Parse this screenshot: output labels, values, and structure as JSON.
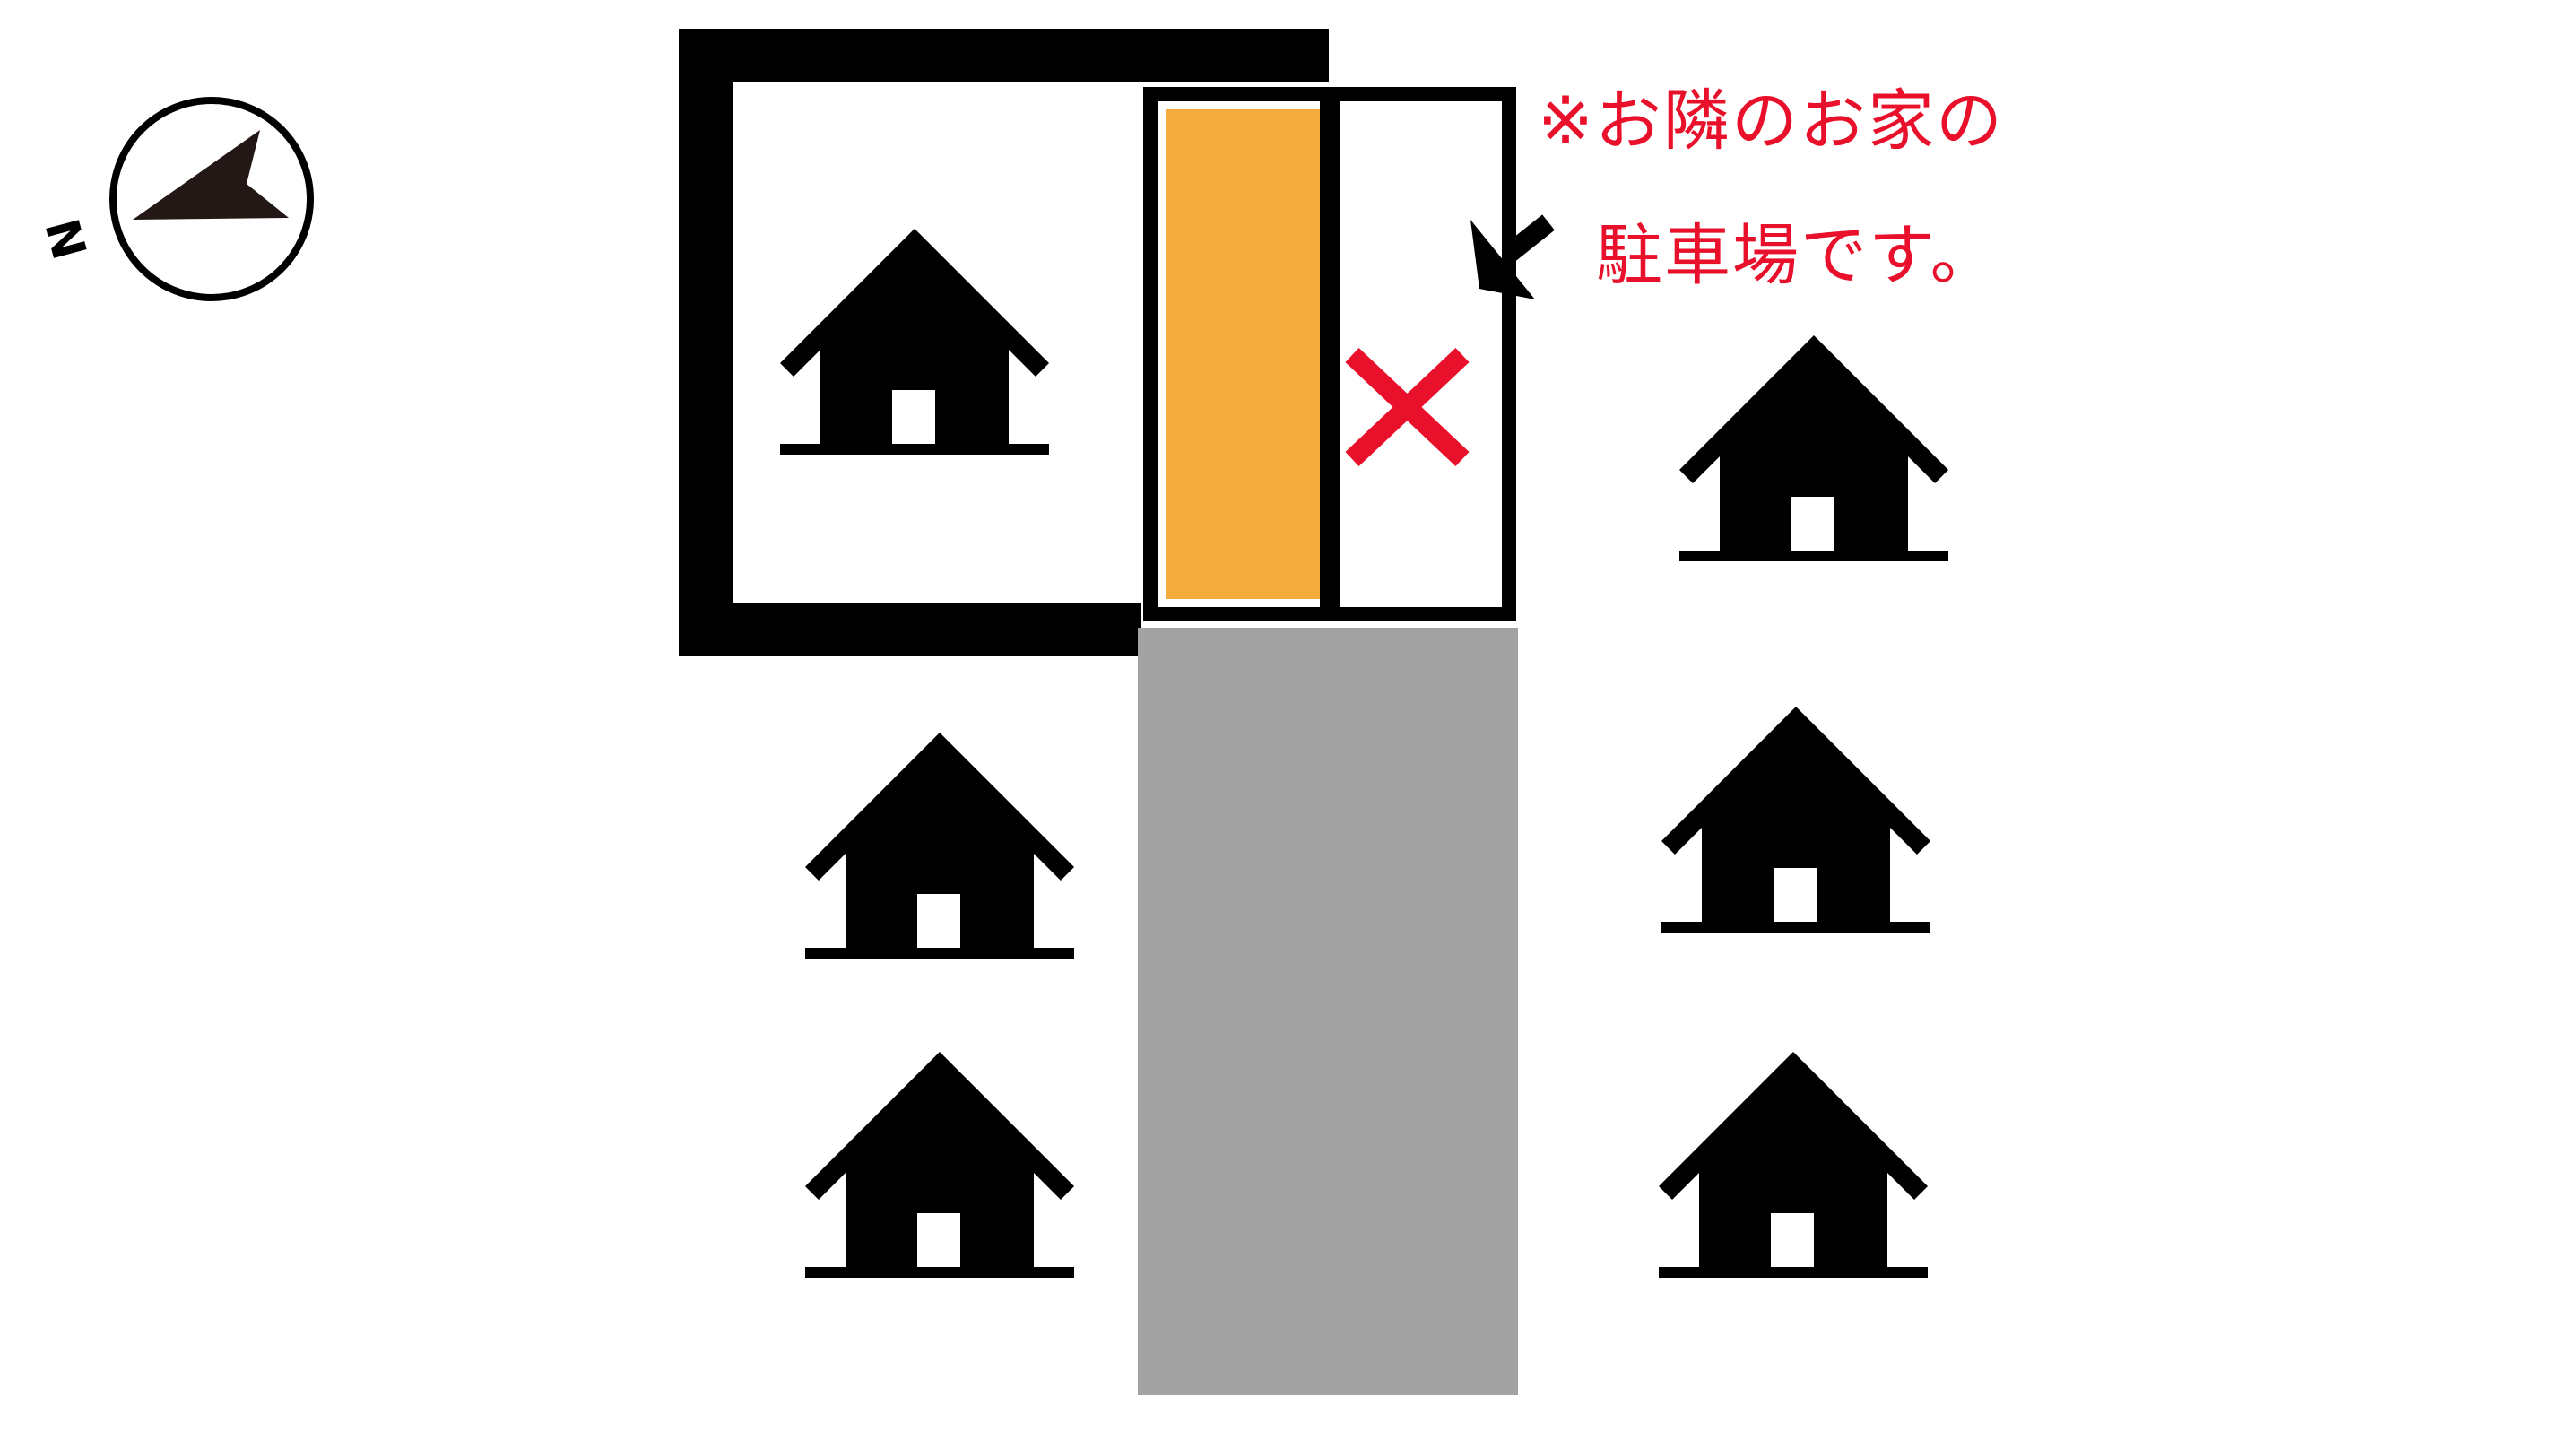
{
  "note": {
    "line1": "※お隣のお家の",
    "line2": "駐車場です。"
  },
  "compass": {
    "label": "N",
    "icon": "compass-needle-icon"
  },
  "colors": {
    "background": "#ffffff",
    "outline": "#000000",
    "available_parking": "#f5ac3c",
    "road": "#a2a2a2",
    "note_text": "#e8102a",
    "forbidden_mark": "#e8102a",
    "compass_needle": "#231815"
  },
  "legend_icons": {
    "house": "house-icon",
    "forbidden": "cross-mark-icon",
    "pointer": "arrow-pointer-icon"
  }
}
